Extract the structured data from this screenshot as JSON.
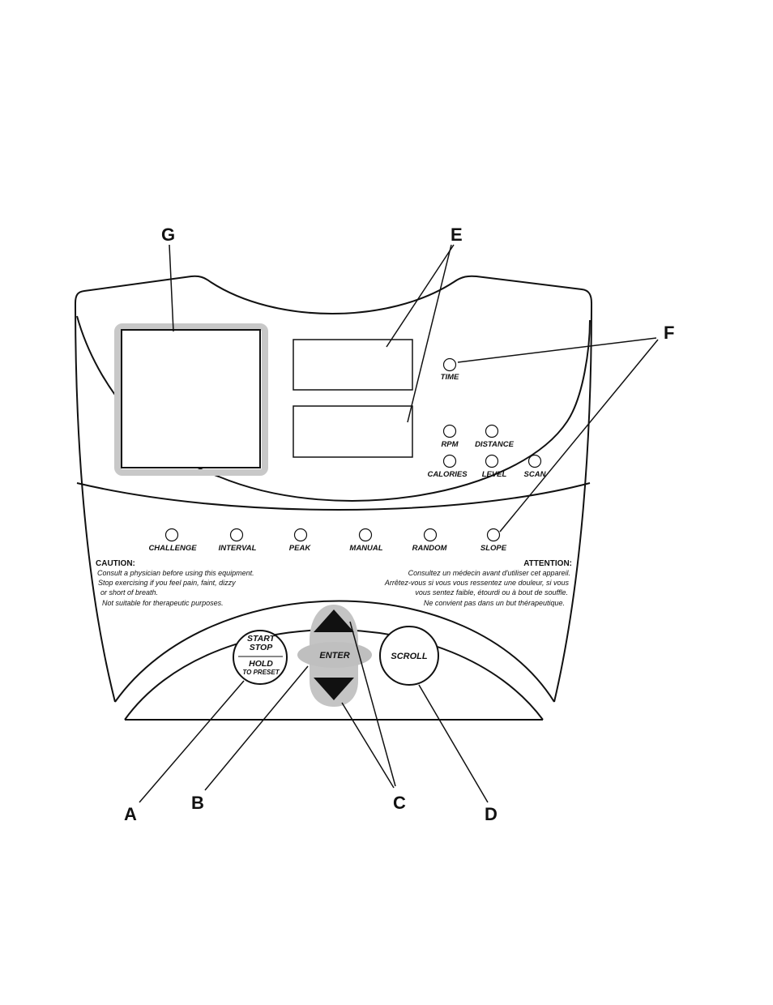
{
  "callouts": {
    "a": "A",
    "b": "B",
    "c": "C",
    "d": "D",
    "e": "E",
    "f": "F",
    "g": "G"
  },
  "indicators": {
    "time": "TIME",
    "rpm": "RPM",
    "distance": "DISTANCE",
    "calories": "CALORIES",
    "level": "LEVEL",
    "scan": "SCAN"
  },
  "programs": {
    "challenge": "CHALLENGE",
    "interval": "INTERVAL",
    "peak": "PEAK",
    "manual": "MANUAL",
    "random": "RANDOM",
    "slope": "SLOPE"
  },
  "caution": {
    "title": "CAUTION:",
    "lines": [
      "Consult a physician before using this equipment.",
      "Stop exercising if you feel pain, faint, dizzy",
      "or short of breath.",
      "Not suitable for therapeutic purposes."
    ]
  },
  "attention": {
    "title": "ATTENTION:",
    "lines": [
      "Consultez un médecin avant d'utiliser cet appareil.",
      "Arrêtez-vous si vous vous ressentez une douleur, si vous",
      "vous sentez faible, étourdi ou à bout de souffle.",
      "Ne convient pas dans un but thérapeutique."
    ]
  },
  "buttons": {
    "start": "START",
    "stop": "STOP",
    "hold": "HOLD",
    "to_preset": "TO PRESET",
    "enter": "ENTER",
    "scroll": "SCROLL"
  },
  "colors": {
    "line": "#111111",
    "gray_frame": "#c8c8c8",
    "enter_gray": "#bfbfbf",
    "arrow_halo": "#c4c4c4"
  }
}
